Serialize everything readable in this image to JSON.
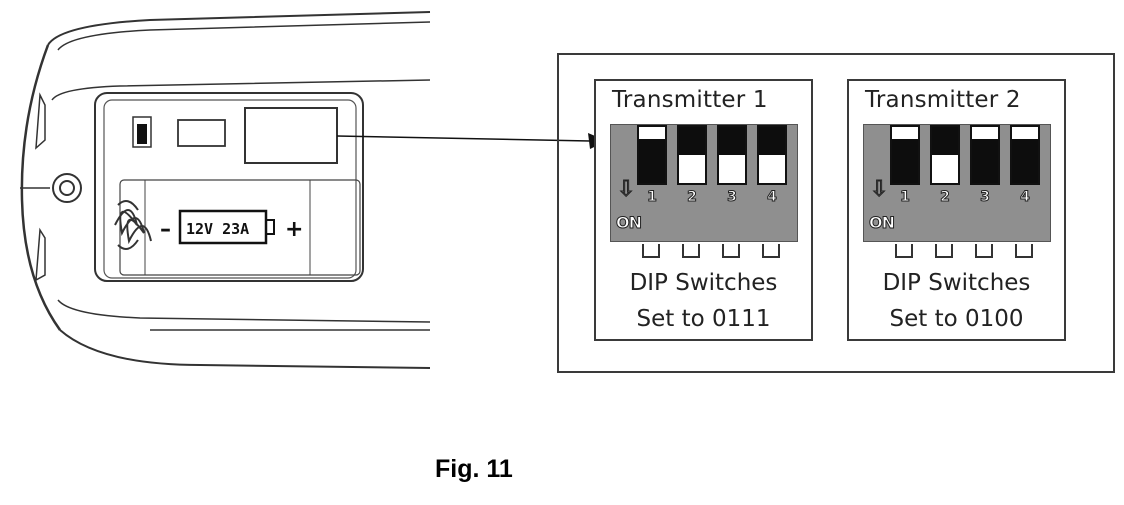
{
  "battery": {
    "label": "12V  23A",
    "minus": "–",
    "plus": "+"
  },
  "transmitters": [
    {
      "title": "Transmitter 1",
      "switches": [
        {
          "num": "1",
          "state": "0"
        },
        {
          "num": "2",
          "state": "1"
        },
        {
          "num": "3",
          "state": "1"
        },
        {
          "num": "4",
          "state": "1"
        }
      ],
      "on_label": "ON",
      "caption_line1": "DIP Switches",
      "caption_line2": "Set to 0111"
    },
    {
      "title": "Transmitter 2",
      "switches": [
        {
          "num": "1",
          "state": "0"
        },
        {
          "num": "2",
          "state": "1"
        },
        {
          "num": "3",
          "state": "0"
        },
        {
          "num": "4",
          "state": "0"
        }
      ],
      "on_label": "ON",
      "caption_line1": "DIP Switches",
      "caption_line2": "Set to 0100"
    }
  ],
  "figure_label": "Fig. 11",
  "colors": {
    "switch_body": "#8f8f8f",
    "knob": "#0d0d0d",
    "line": "#333333"
  }
}
